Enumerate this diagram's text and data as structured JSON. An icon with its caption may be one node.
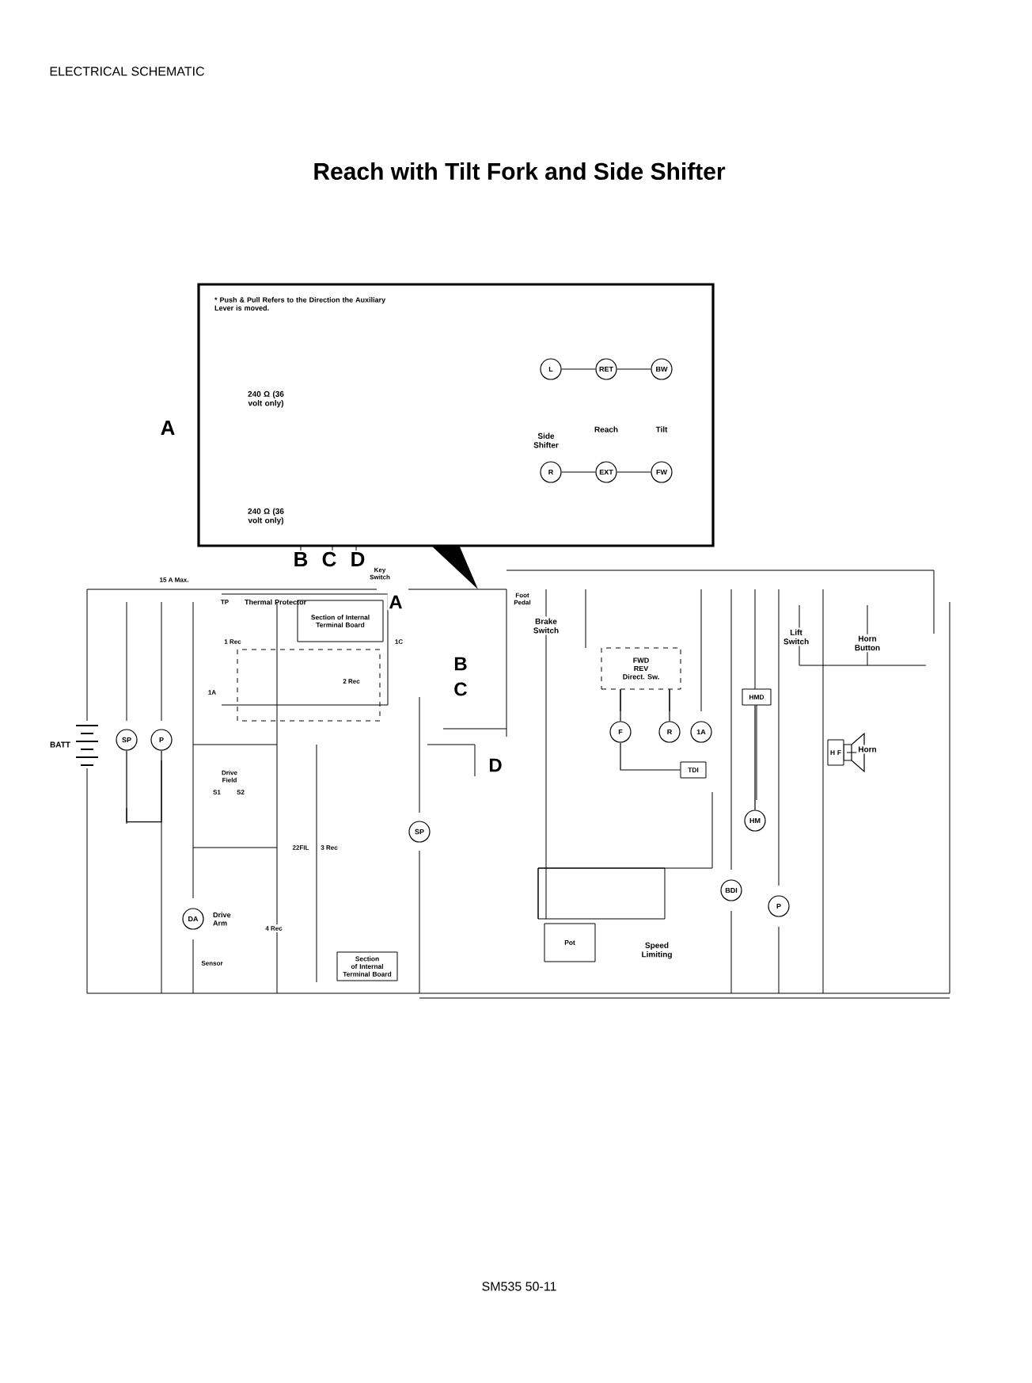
{
  "diagram": {
    "title": "Reach with Tilt Fork and Side Shifter",
    "nodes": [
      {
        "text": [
          "* Push & Pull Refers to the Direction the Auxiliary Lever is moved."
        ]
      },
      {
        "text": [
          "L"
        ],
        "in": 0
      },
      {
        "text": [
          "RET"
        ],
        "in": 0
      },
      {
        "text": [
          "BW"
        ],
        "in": 0
      },
      {
        "text": [
          "R"
        ],
        "in": 0
      },
      {
        "text": [
          "EXT"
        ],
        "in": 0
      },
      {
        "text": [
          "FW"
        ],
        "in": 0
      },
      {
        "text": [
          "Section of Internal Terminal Board"
        ],
        "beside": [
          "Thermal Protector"
        ]
      },
      {
        "text": [
          "SP"
        ]
      },
      {
        "text": [
          "P"
        ]
      },
      {
        "text": [
          "DA"
        ],
        "beside": [
          "Drive Arm"
        ]
      },
      {
        "text": [
          "SP"
        ]
      },
      {
        "text": [
          "FWD",
          "REV",
          "Direct. Sw."
        ]
      },
      {
        "text": [
          "F"
        ]
      },
      {
        "text": [
          "R"
        ]
      },
      {
        "text": [
          "1A"
        ]
      },
      {
        "text": [
          "HMD"
        ]
      },
      {
        "text": [
          "TDI"
        ]
      },
      {
        "text": [
          "HM"
        ]
      },
      {
        "text": [
          "BDI"
        ]
      },
      {
        "text": [
          "P"
        ]
      },
      {
        "text": [
          "H F"
        ]
      },
      {
        "text": [
          "Pot"
        ]
      },
      {
        "text": [
          "Section of Internal Terminal Board"
        ]
      }
    ],
    "edges": [
      {
        "from": 1,
        "to": 2,
        "arrow": "none"
      },
      {
        "from": 2,
        "to": 3,
        "arrow": "none"
      },
      {
        "from": 4,
        "to": 5,
        "arrow": "none"
      },
      {
        "from": 5,
        "to": 6,
        "arrow": "none"
      },
      {
        "from": 12,
        "to": 13,
        "arrow": "none"
      },
      {
        "from": 12,
        "to": 14,
        "arrow": "none"
      },
      {
        "from": 16,
        "to": 18,
        "arrow": "none"
      },
      {
        "from": 8,
        "to": 9,
        "arrow": "none"
      },
      {
        "from": 13,
        "to": 17,
        "arrow": "none"
      }
    ],
    "labels": [
      "ELECTRICAL SCHEMATIC",
      "240 Ω (36 volt only)",
      "240 Ω (36 volt only)",
      "Side Shifter",
      "Reach",
      "Tilt",
      "A",
      "B",
      "C",
      "D",
      "15 A Max.",
      "Key Switch",
      "A",
      "Foot Pedal",
      "Brake Switch",
      "B",
      "C",
      "D",
      "TP",
      "1 Rec",
      "2 Rec",
      "1C",
      "1A",
      "Drive Field",
      "S1",
      "S2",
      "22FIL",
      "3 Rec",
      "4 Rec",
      "Sensor",
      "BATT",
      "Lift Switch",
      "Horn Button",
      "Horn",
      "Speed Limiting",
      "SM535 50-11"
    ]
  }
}
